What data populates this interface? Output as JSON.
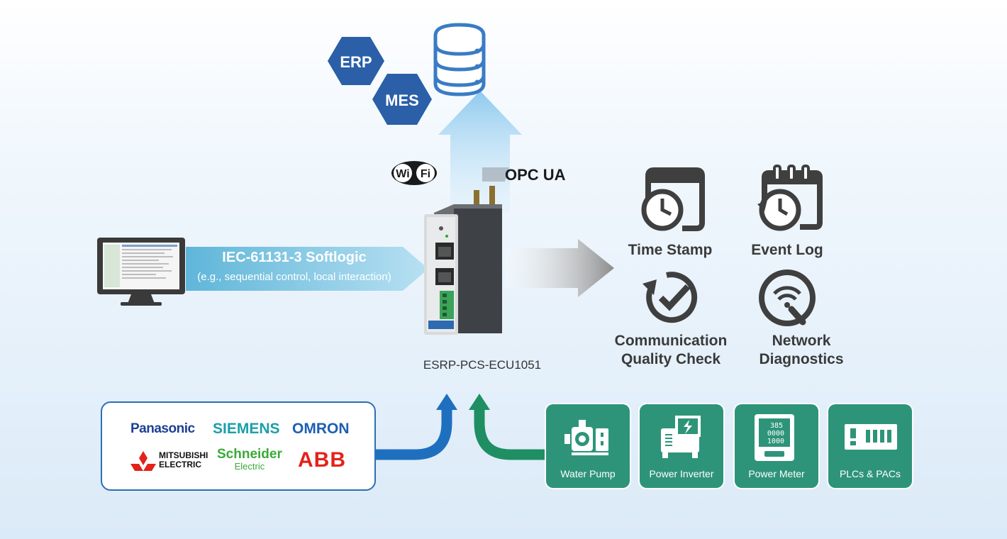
{
  "top": {
    "erp_label": "ERP",
    "mes_label": "MES",
    "wifi_label": "WiFi",
    "opcua_label": "OPC UA"
  },
  "softlogic": {
    "title": "IEC-61131-3 Softlogic",
    "subtitle": "(e.g., sequential control, local interaction)"
  },
  "device": {
    "name": "ESRP-PCS-ECU1051"
  },
  "features": [
    {
      "label": "Time Stamp",
      "icon": "clock-window-icon"
    },
    {
      "label": "Event Log",
      "icon": "calendar-clock-icon"
    },
    {
      "label": "Communication Quality Check",
      "line1": "Communication",
      "line2": "Quality Check",
      "icon": "check-circle-icon"
    },
    {
      "label": "Network Diagnostics",
      "line1": "Network",
      "line2": "Diagnostics",
      "icon": "wifi-wrench-icon"
    }
  ],
  "brands": {
    "panasonic": "Panasonic",
    "siemens": "SIEMENS",
    "omron": "OMRON",
    "mitsubishi_line1": "MITSUBISHI",
    "mitsubishi_line2": "ELECTRIC",
    "schneider_line1": "Schneider",
    "schneider_line2": "Electric",
    "abb": "ABB"
  },
  "devices": [
    {
      "label": "Water Pump",
      "icon": "water-pump-icon"
    },
    {
      "label": "Power Inverter",
      "icon": "power-inverter-icon"
    },
    {
      "label": "Power Meter",
      "icon": "power-meter-icon",
      "readout": [
        "385",
        "0000",
        "1000"
      ]
    },
    {
      "label": "PLCs & PACs",
      "icon": "plc-icon"
    }
  ],
  "colors": {
    "hex_blue": "#2b5fa8",
    "db_blue": "#3a7cc4",
    "arrow_light_blue": "#9fd0f0",
    "arrow_blue": "#1f6fbf",
    "arrow_green": "#1f8f63",
    "card_green": "#2e9479",
    "icon_gray": "#3f3f3f"
  }
}
